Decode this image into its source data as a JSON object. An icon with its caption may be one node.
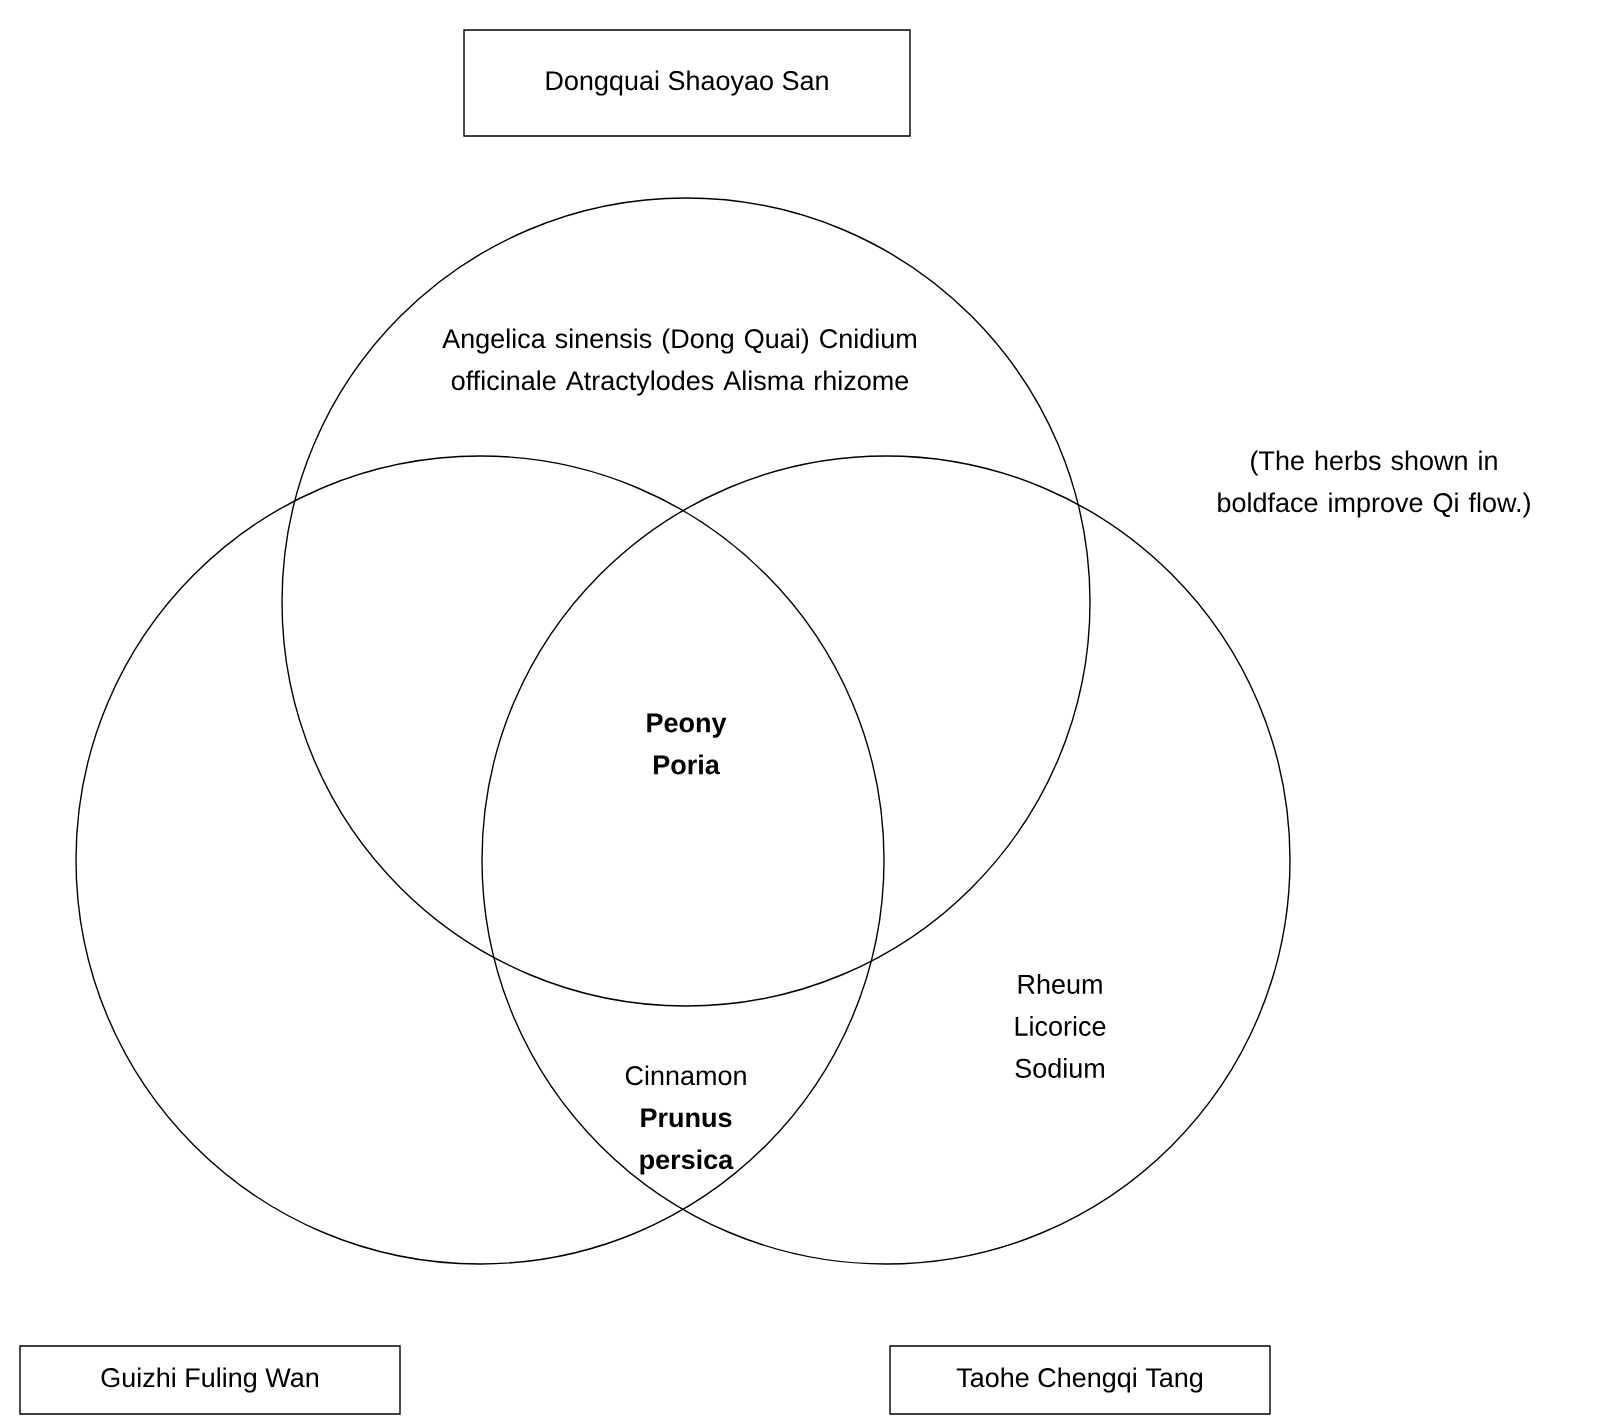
{
  "diagram": {
    "nodes": [
      {
        "text": [
          "Dongquai Shaoyao San"
        ]
      },
      {
        "text": [
          "Angelica sinensis (Dong Quai) Cnidium officinale Atractylodes Alisma rhizome"
        ]
      },
      {
        "text": [],
        "shape": "circle"
      },
      {
        "text": [
          "Rheum Licorice Sodium"
        ]
      },
      {
        "text": [
          "Guizhi Fuling Wan"
        ]
      },
      {
        "text": [
          "Taohe Chengqi Tang"
        ]
      }
    ],
    "edges": [],
    "labels": [
      "Peony Poria",
      "Cinnamon **Prunus persica**",
      "(The herbs shown in boldface improve Qi flow.)"
    ]
  }
}
